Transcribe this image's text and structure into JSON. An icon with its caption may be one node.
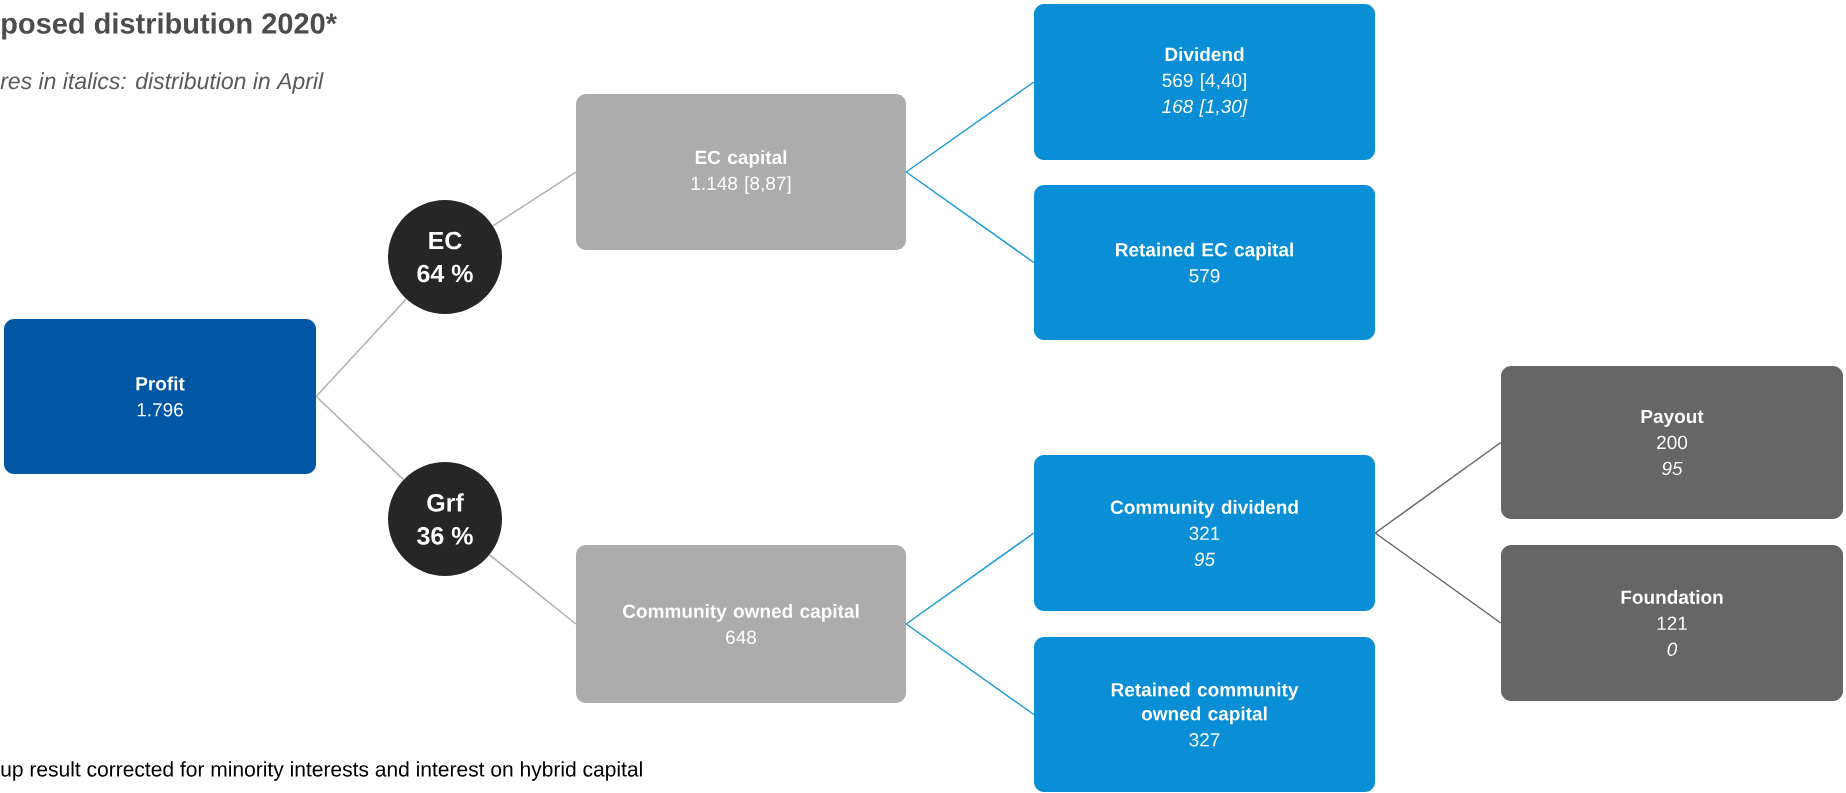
{
  "diagram": {
    "title": "posed distribution 2020*",
    "nodes": [
      {
        "text": [
          "Profit",
          "1.796"
        ]
      },
      {
        "text": [
          "EC",
          "64 %"
        ]
      },
      {
        "text": [
          "Grf",
          "36 %"
        ]
      },
      {
        "text": [
          "EC capital",
          "1.148 [8,87]"
        ]
      },
      {
        "text": [
          "Community owned capital",
          "648"
        ]
      },
      {
        "text": [
          "Dividend",
          "569 [4,40]",
          "*168 [1,30]*"
        ]
      },
      {
        "text": [
          "Retained EC capital",
          "579"
        ]
      },
      {
        "text": [
          "Community dividend",
          "321",
          "*95*"
        ]
      },
      {
        "text": [
          "Retained community owned capital",
          "327"
        ]
      },
      {
        "text": [
          "Payout",
          "200",
          "*95*"
        ]
      },
      {
        "text": [
          "Foundation",
          "121",
          "*0*"
        ]
      }
    ],
    "edges": [
      {
        "from": 0,
        "to": 1,
        "arrow": "none"
      },
      {
        "from": 1,
        "to": 3,
        "arrow": "none"
      },
      {
        "from": 0,
        "to": 2,
        "arrow": "none"
      },
      {
        "from": 2,
        "to": 4,
        "arrow": "none"
      },
      {
        "from": 3,
        "to": 5,
        "arrow": "none",
        "color": "#1a9ad6"
      },
      {
        "from": 3,
        "to": 6,
        "arrow": "none",
        "color": "#1a9ad6"
      },
      {
        "from": 4,
        "to": 7,
        "arrow": "none",
        "color": "#1a9ad6"
      },
      {
        "from": 4,
        "to": 8,
        "arrow": "none",
        "color": "#1a9ad6"
      },
      {
        "from": 7,
        "to": 9,
        "arrow": "none",
        "color": "#666666"
      },
      {
        "from": 7,
        "to": 10,
        "arrow": "none",
        "color": "#666666"
      }
    ],
    "labels": [
      "res in italics: distribution in April",
      "up result corrected for minority interests and interest on hybrid capital"
    ]
  }
}
